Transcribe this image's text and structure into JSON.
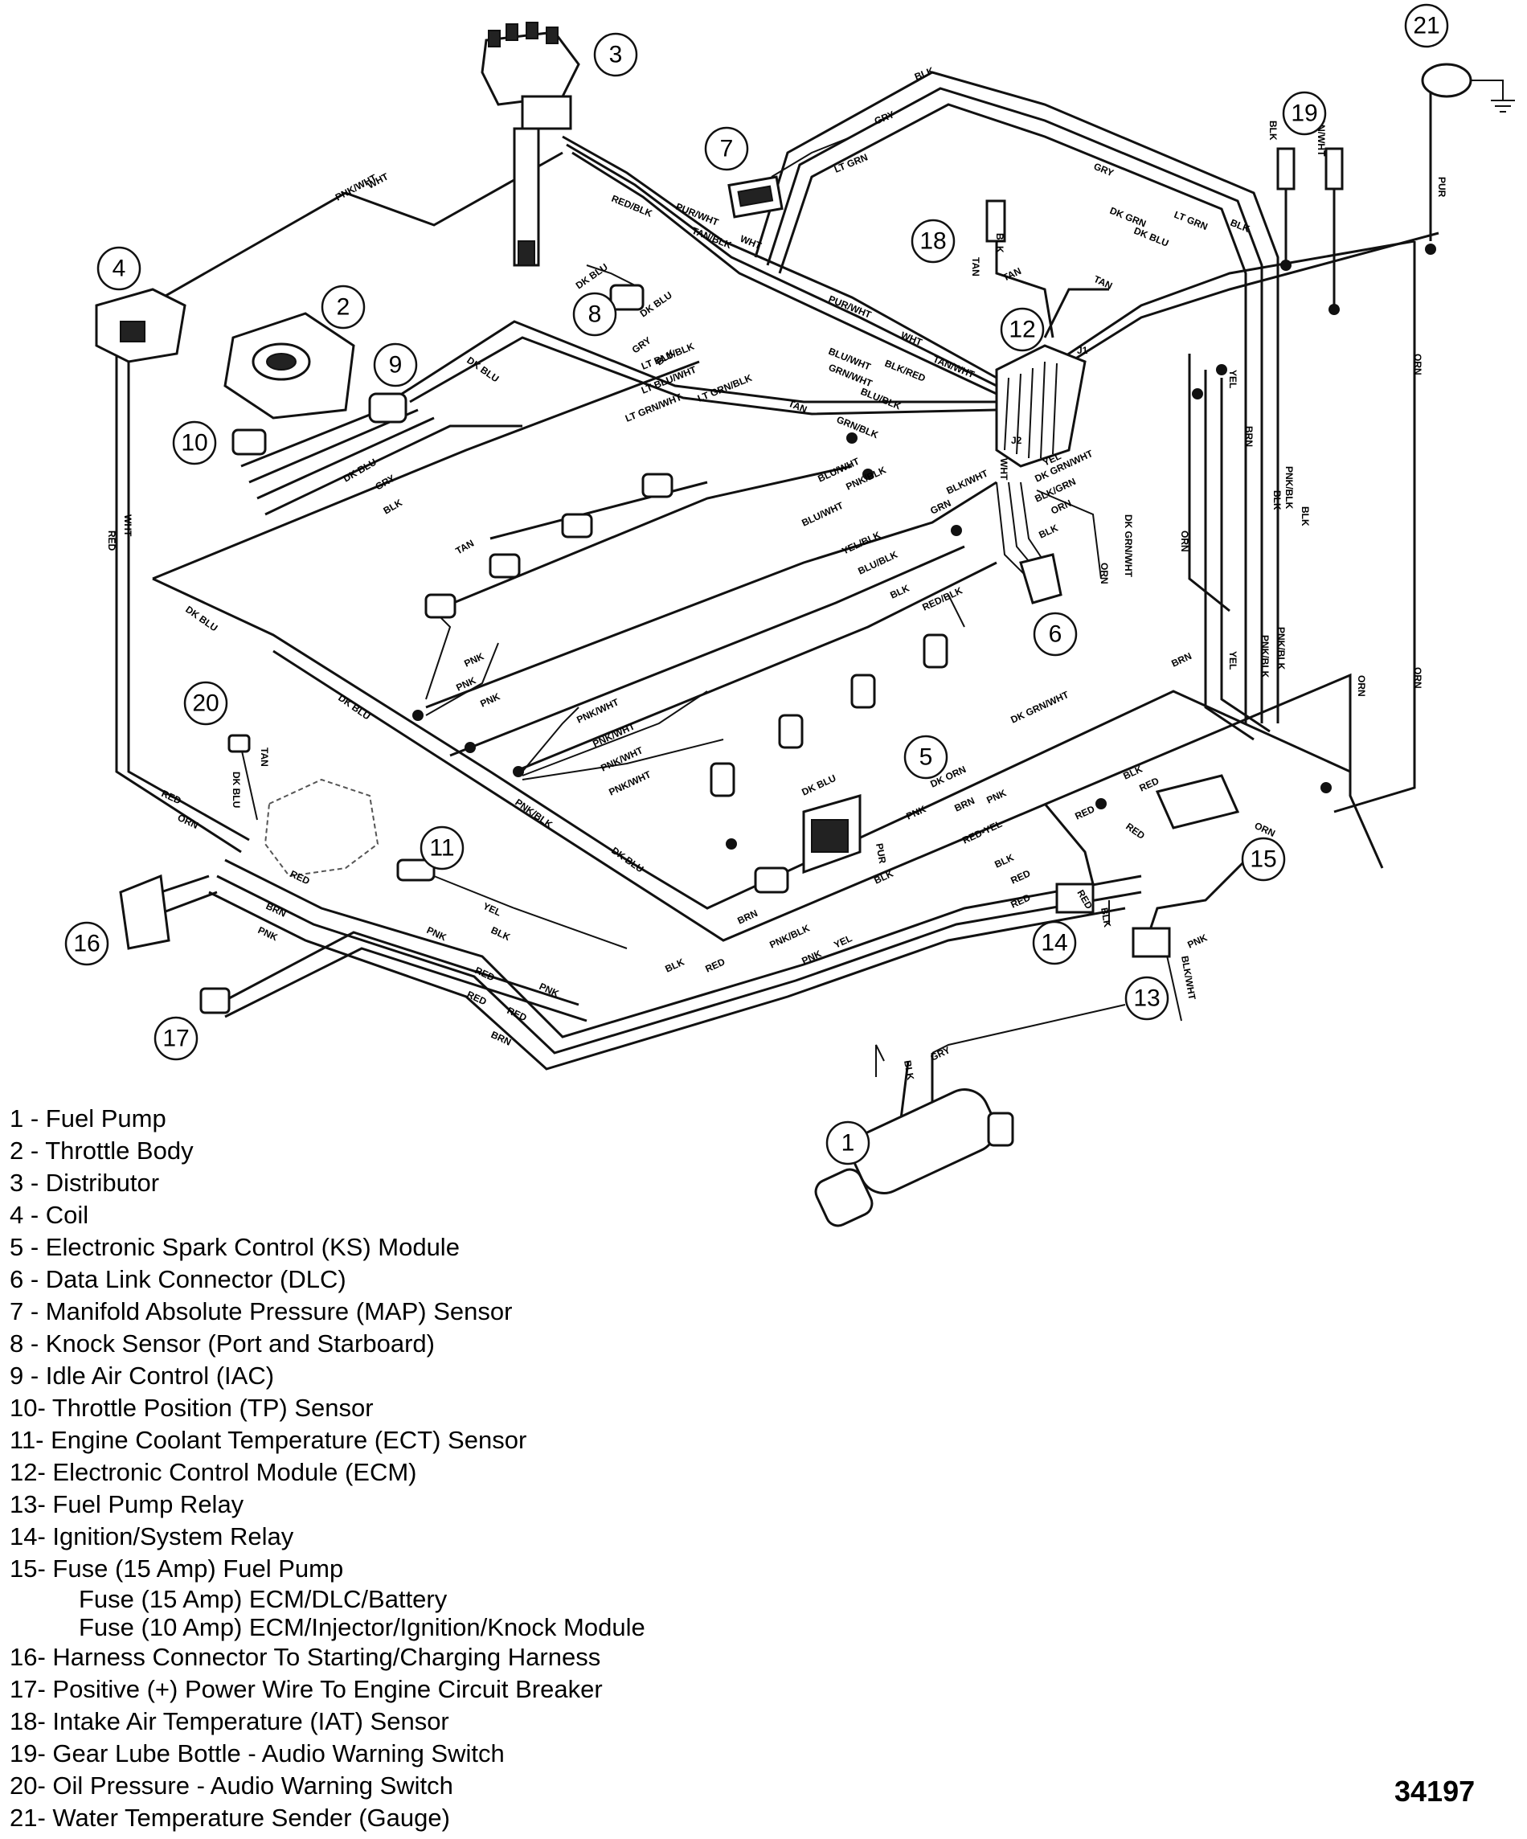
{
  "figure_number": "34197",
  "callouts": [
    "1",
    "2",
    "3",
    "4",
    "5",
    "6",
    "7",
    "8",
    "9",
    "10",
    "11",
    "12",
    "13",
    "14",
    "15",
    "16",
    "17",
    "18",
    "19",
    "20",
    "21"
  ],
  "ecm_connectors": {
    "j1": "J1",
    "j2": "J2"
  },
  "wire_labels": {
    "blk": "BLK",
    "gry": "GRY",
    "lt_grn": "LT GRN",
    "dk_grn": "DK GRN",
    "dk_blu": "DK BLU",
    "pur_wht": "PUR/WHT",
    "red_blk": "RED/BLK",
    "tan_blk": "TAN/BLK",
    "wht": "WHT",
    "pnk_wht": "PNK/WHT",
    "tan": "TAN",
    "tan_wht": "TAN/WHT",
    "pur": "PUR",
    "blu_wht": "BLU/WHT",
    "blk_red": "BLK/RED",
    "grn_wht": "GRN/WHT",
    "blu_blk": "BLU/BLK",
    "lt_blu_blk": "LT BLU/BLK",
    "lt_blu_wht": "LT BLU/WHT",
    "lt_grn_wht": "LT GRN/WHT",
    "lt_grn_blk": "LT GRN/BLK",
    "grn_blk": "GRN/BLK",
    "orn": "ORN",
    "yel": "YEL",
    "brn": "BRN",
    "pnk_blk": "PNK/BLK",
    "pnk": "PNK",
    "red": "RED",
    "grn": "GRN",
    "dk_grn_wht": "DK GRN/WHT",
    "yel_blk": "YEL/BLK",
    "blk_wht": "BLK/WHT",
    "blk_grn": "BLK/GRN",
    "dk_orn": "DK ORN",
    "red_yel": "RED-YEL"
  },
  "legend": [
    "1  - Fuel Pump",
    "2  - Throttle Body",
    "3  - Distributor",
    "4  - Coil",
    "5  - Electronic Spark Control (KS) Module",
    "6  - Data Link Connector (DLC)",
    "7  - Manifold Absolute Pressure (MAP) Sensor",
    "8  - Knock Sensor (Port and Starboard)",
    "9  - Idle Air Control (IAC)",
    "10- Throttle Position (TP) Sensor",
    "11- Engine Coolant Temperature (ECT) Sensor",
    "12- Electronic Control Module (ECM)",
    "13- Fuel Pump Relay",
    "14- Ignition/System Relay",
    "15- Fuse (15 Amp) Fuel Pump",
    "Fuse (15 Amp) ECM/DLC/Battery",
    "Fuse (10 Amp) ECM/Injector/Ignition/Knock Module",
    "16- Harness Connector To Starting/Charging Harness",
    "17- Positive (+) Power Wire To Engine Circuit Breaker",
    "18- Intake Air Temperature (IAT) Sensor",
    "19- Gear Lube Bottle - Audio Warning Switch",
    "20- Oil Pressure - Audio Warning Switch",
    "21- Water Temperature Sender (Gauge)"
  ]
}
